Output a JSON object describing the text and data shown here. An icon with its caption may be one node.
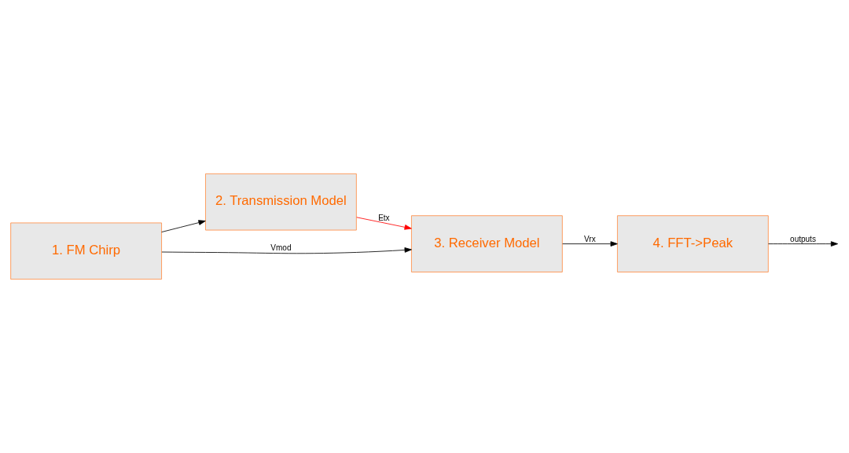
{
  "diagram": {
    "nodes": [
      {
        "text": [
          "1. FM Chirp"
        ]
      },
      {
        "text": [
          "2. Transmission Model"
        ]
      },
      {
        "text": [
          "3. Receiver Model"
        ]
      },
      {
        "text": [
          "4. FFT->Peak"
        ]
      }
    ],
    "edges": [
      {
        "from": 0,
        "to": 1,
        "arrow": "to"
      },
      {
        "from": 0,
        "to": 2,
        "arrow": "to",
        "label": "Vmod"
      },
      {
        "from": 1,
        "to": 2,
        "arrow": "to",
        "label": "Etx",
        "color": "#ff0000"
      },
      {
        "from": 2,
        "to": 3,
        "arrow": "to",
        "label": "Vrx"
      },
      {
        "from": 3,
        "to": null,
        "arrow": "to",
        "label": "outputs"
      }
    ]
  }
}
